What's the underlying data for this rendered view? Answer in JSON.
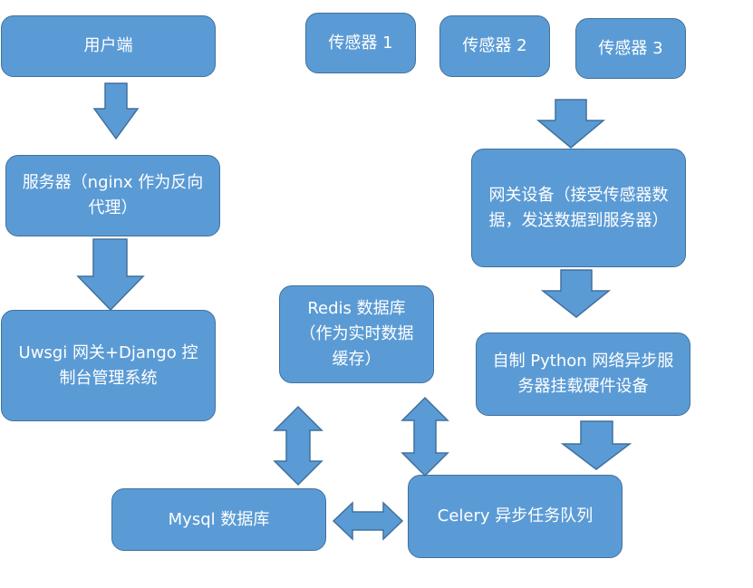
{
  "nodes": {
    "client": "用户端",
    "sensor1": "传感器 1",
    "sensor2": "传感器 2",
    "sensor3": "传感器 3",
    "server": "服务器（nginx 作为反向代理）",
    "gateway": "网关设备（接受传感器数据，发送数据到服务器）",
    "uwsgi": "Uwsgi 网关+Django 控制台管理系统",
    "redis": "Redis 数据库（作为实时数据缓存）",
    "python_server": "自制 Python 网络异步服务器挂载硬件设备",
    "mysql": "Mysql 数据库",
    "celery": "Celery 异步任务队列"
  },
  "colors": {
    "box_fill": "#5b9bd5",
    "box_border": "#41719c",
    "text": "#ffffff"
  }
}
